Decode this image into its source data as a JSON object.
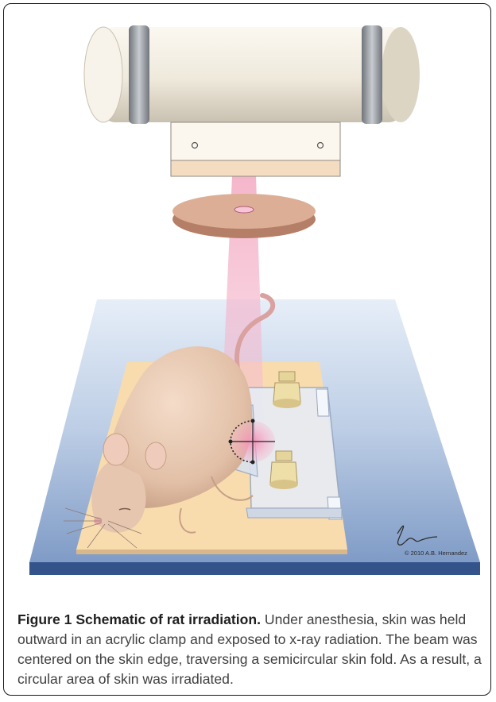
{
  "figure": {
    "signature_text": "© 2010 A.B. Hernandez",
    "caption_title": "Figure 1 Schematic of rat irradiation.",
    "caption_body": " Under anesthesia, skin was held outward in an acrylic clamp and exposed to x-ray radiation. The beam was centered on the skin edge, traversing a semicircular skin fold. As a result, a circular area of skin was irradiated."
  },
  "colors": {
    "tube_body": "#efe9dc",
    "tube_band": "#9fa3a8",
    "collimator": "#f3dcc0",
    "disc": "#d6a38a",
    "beam": "#f4b8cc",
    "table_top": "#b9c9e2",
    "table_edge": "#34538a",
    "board": "#f8dcae",
    "rat": "#e8c9b2",
    "tail": "#d9a1a0",
    "clamp": "#e2e8f2",
    "screw": "#e8d8a0"
  }
}
